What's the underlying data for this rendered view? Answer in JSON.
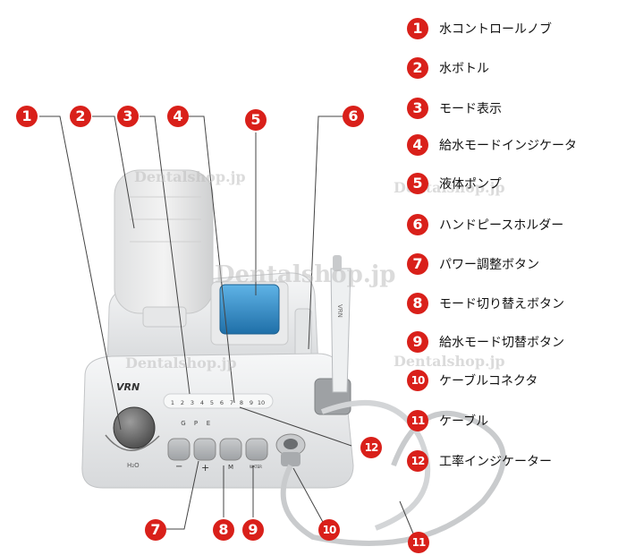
{
  "legend": [
    {
      "num": "1",
      "label": "水コントロールノブ"
    },
    {
      "num": "2",
      "label": "水ボトル"
    },
    {
      "num": "3",
      "label": "モード表示"
    },
    {
      "num": "4",
      "label": "給水モードインジケータ"
    },
    {
      "num": "5",
      "label": "液体ポンプ"
    },
    {
      "num": "6",
      "label": "ハンドピースホルダー"
    },
    {
      "num": "7",
      "label": "パワー調整ボタン"
    },
    {
      "num": "8",
      "label": "モード切り替えボタン"
    },
    {
      "num": "9",
      "label": "給水モード切替ボタン"
    },
    {
      "num": "10",
      "label": "ケーブルコネクタ"
    },
    {
      "num": "11",
      "label": "ケーブル"
    },
    {
      "num": "12",
      "label": "工率インジケーター"
    }
  ],
  "device": {
    "brand": "VRN",
    "scale": [
      "1",
      "2",
      "3",
      "4",
      "5",
      "6",
      "7",
      "8",
      "9",
      "10"
    ],
    "modes": [
      "G",
      "P",
      "E"
    ],
    "water_label": "H₂O",
    "btn_minus": "−",
    "btn_plus": "+",
    "btn_m": "M",
    "btn_water": "WATER",
    "handpiece_brand": "VRN"
  },
  "watermark": "Dentalshop.jp",
  "colors": {
    "badge": "#d9201a",
    "pump": "#2a8fd0",
    "device_body": "#eceeef"
  }
}
